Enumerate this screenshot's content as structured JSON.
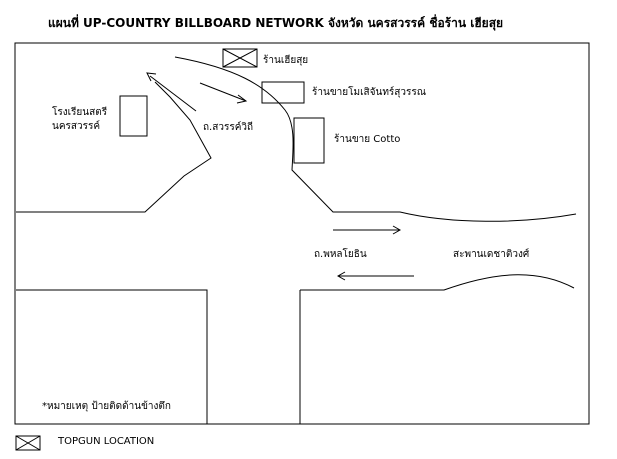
{
  "title": "แผนที่ UP-COUNTRY BILLBOARD NETWORK จังหวัด นครสวรรค์ ชื่อร้าน เฮียสุย",
  "labels": {
    "shop_hiasui": "ร้านเฮียสุย",
    "shop_mosaic": "ร้านขายโมเสิจันทร์สุวรรณ",
    "school_line1": "โรงเรียนสตรี",
    "school_line2": "นครสวรรค์",
    "road_sawanwithi": "ถ.สวรรค์วิถี",
    "shop_cotto": "ร้านขาย Cotto",
    "road_phahonyothin": "ถ.พหลโยธิน",
    "bridge": "สะพานเดชาติวงศ์",
    "note": "*หมายเหตุ ป้ายติดด้านข้างตึก"
  },
  "legend": {
    "icon": "x-box-icon",
    "label": "TOPGUN LOCATION"
  },
  "colors": {
    "line": "#000000",
    "background": "#ffffff"
  }
}
